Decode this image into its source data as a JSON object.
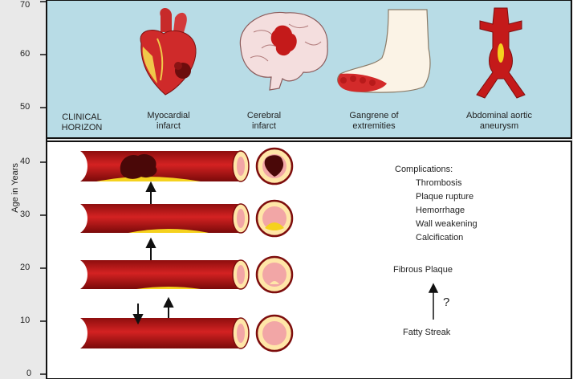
{
  "y_axis": {
    "label": "Age in Years",
    "ticks": [
      "0",
      "10",
      "20",
      "30",
      "40",
      "50",
      "60",
      "70"
    ]
  },
  "clinical": {
    "horizon_label": [
      "CLINICAL",
      "HORIZON"
    ],
    "events": [
      {
        "label": [
          "Myocardial",
          "infarct"
        ]
      },
      {
        "label": [
          "Cerebral",
          "infarct"
        ]
      },
      {
        "label": [
          "Gangrene of",
          "extremities"
        ]
      },
      {
        "label": [
          "Abdominal aortic",
          "aneurysm"
        ]
      }
    ]
  },
  "progression": {
    "stages": [
      "normal",
      "fatty-streak",
      "fibrous-plaque",
      "thrombus"
    ],
    "fatty_streak_label": "Fatty Streak",
    "uncertainty_mark": "?",
    "fibrous_plaque_label": "Fibrous Plaque"
  },
  "complications": {
    "title": "Complications:",
    "items": [
      "Thrombosis",
      "Plaque rupture",
      "Hemorrhage",
      "Wall weakening",
      "Calcification"
    ]
  },
  "colors": {
    "top_panel": "#b8dce6",
    "bottom_panel": "#ffffff",
    "artery_red": "#c41a1a",
    "plaque_yellow": "#f5d21e",
    "lumen_pink": "#f2a6a6"
  }
}
